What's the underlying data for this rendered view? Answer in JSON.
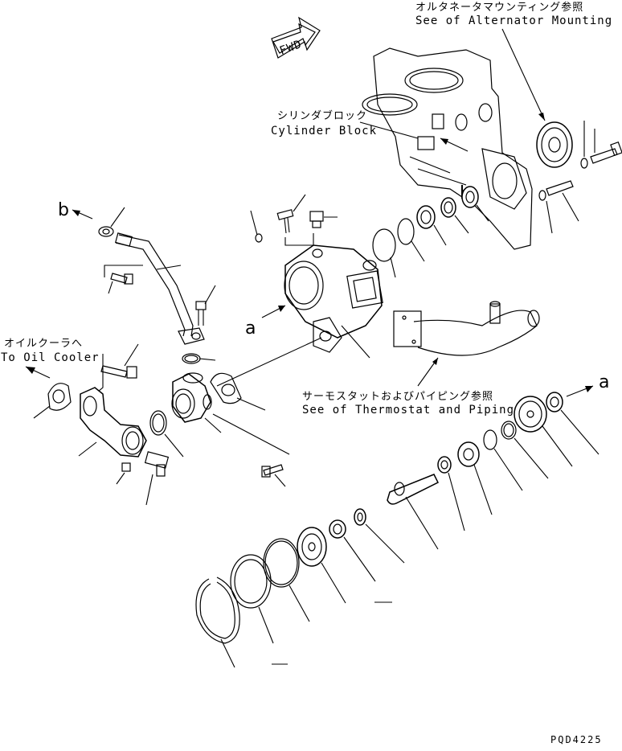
{
  "labels": {
    "alternator_jp": "オルタネータマウンティング参照",
    "alternator_en": "See of Alternator Mounting",
    "cylinder_jp": "シリンダブロック",
    "cylinder_en": "Cylinder Block",
    "oilcooler_jp": "オイルクーラへ",
    "oilcooler_en": "To Oil Cooler",
    "thermostat_jp": "サーモスタットおよびパイピング参照",
    "thermostat_en": "See of Thermostat and Piping",
    "fwd": "FWD",
    "marker_a": "a",
    "marker_b": "b",
    "drawing_code": "PQD4225"
  }
}
